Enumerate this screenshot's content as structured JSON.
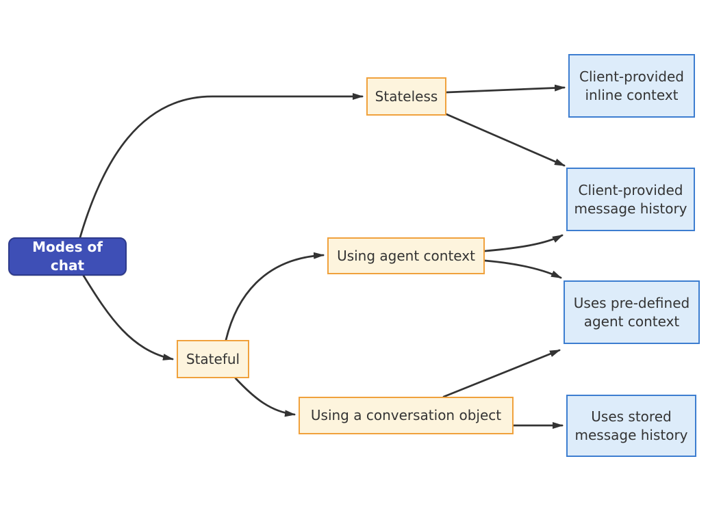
{
  "diagram": {
    "type": "flowchart-left-to-right",
    "title": "Modes of chat",
    "colors": {
      "background": "#ffffff",
      "root_fill": "#3E4FB6",
      "root_border": "#2D3A8C",
      "root_text": "#ffffff",
      "branch_fill": "#FDF4DD",
      "branch_border": "#F0A13C",
      "leaf_fill": "#DDECFA",
      "leaf_border": "#3C7DD0",
      "node_text": "#333333",
      "edge_stroke": "#333333"
    },
    "nodes": {
      "root": {
        "label": "Modes of chat"
      },
      "stateless": {
        "label": "Stateless"
      },
      "stateful": {
        "label": "Stateful"
      },
      "agent_context": {
        "label": "Using agent context"
      },
      "conversation_object": {
        "label": "Using a conversation object"
      },
      "inline_context": {
        "label": "Client-provided\ninline context"
      },
      "message_history": {
        "label": "Client-provided\nmessage history"
      },
      "predefined_context": {
        "label": "Uses pre-defined\nagent context"
      },
      "stored_history": {
        "label": "Uses stored\nmessage history"
      }
    },
    "edges": [
      {
        "from": "root",
        "to": "stateless"
      },
      {
        "from": "root",
        "to": "stateful"
      },
      {
        "from": "stateless",
        "to": "inline_context"
      },
      {
        "from": "stateless",
        "to": "message_history"
      },
      {
        "from": "stateful",
        "to": "agent_context"
      },
      {
        "from": "stateful",
        "to": "conversation_object"
      },
      {
        "from": "agent_context",
        "to": "message_history"
      },
      {
        "from": "agent_context",
        "to": "predefined_context"
      },
      {
        "from": "conversation_object",
        "to": "predefined_context"
      },
      {
        "from": "conversation_object",
        "to": "stored_history"
      }
    ]
  }
}
